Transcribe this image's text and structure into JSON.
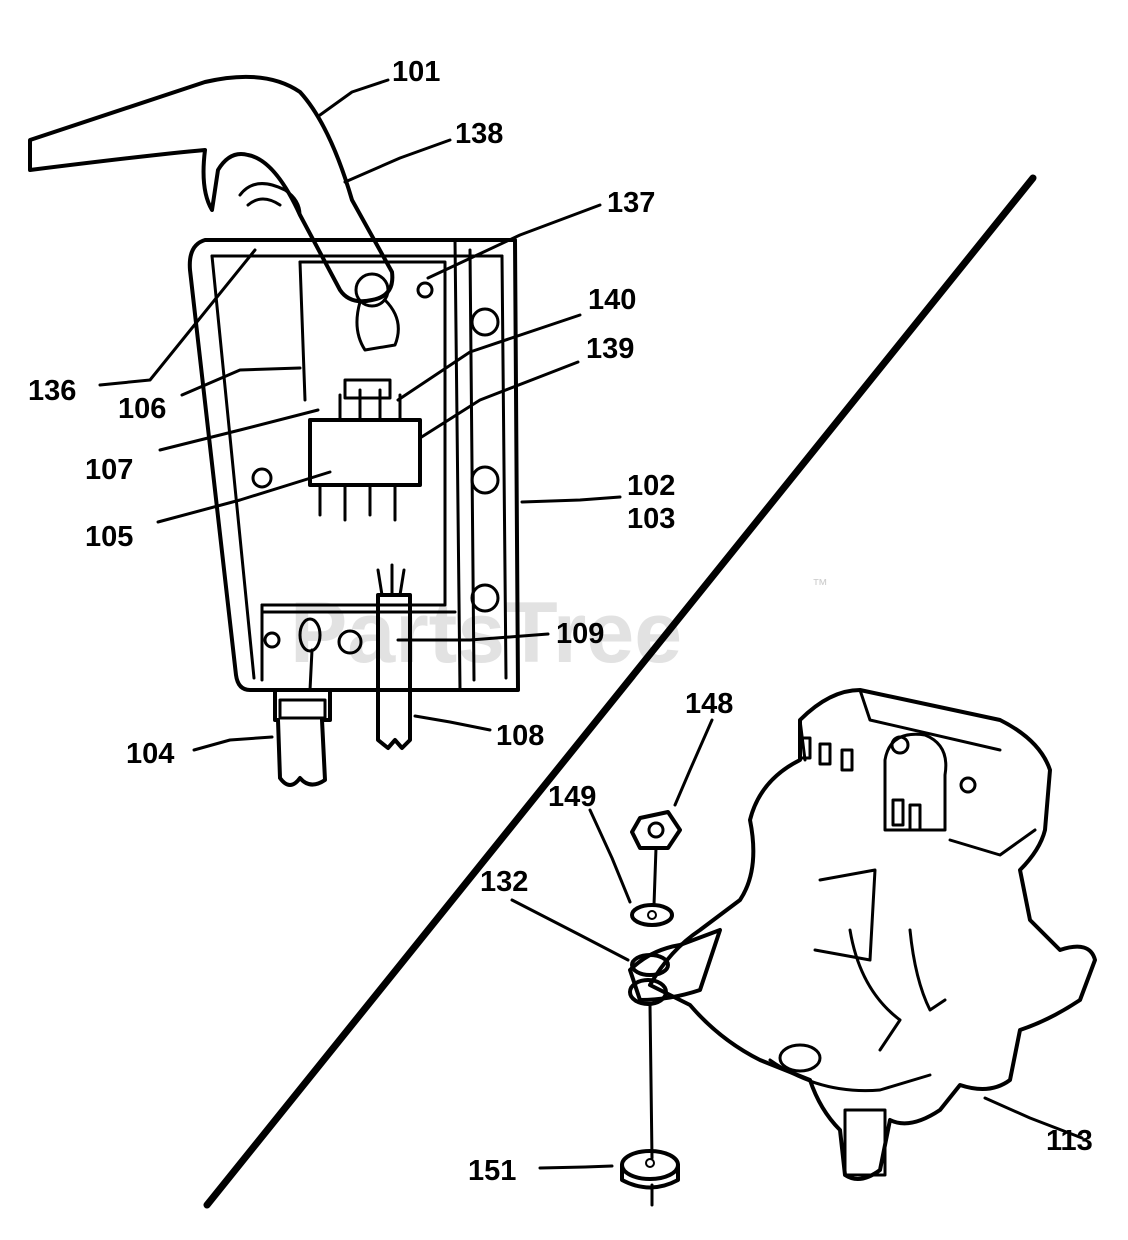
{
  "watermark": {
    "text": "PartsTree",
    "trademark": "™"
  },
  "callouts": [
    {
      "id": "101",
      "text": "101"
    },
    {
      "id": "138",
      "text": "138"
    },
    {
      "id": "137",
      "text": "137"
    },
    {
      "id": "140",
      "text": "140"
    },
    {
      "id": "139",
      "text": "139"
    },
    {
      "id": "136",
      "text": "136"
    },
    {
      "id": "106",
      "text": "106"
    },
    {
      "id": "107",
      "text": "107"
    },
    {
      "id": "105",
      "text": "105"
    },
    {
      "id": "102",
      "text": "102"
    },
    {
      "id": "103",
      "text": "103"
    },
    {
      "id": "109",
      "text": "109"
    },
    {
      "id": "104",
      "text": "104"
    },
    {
      "id": "108",
      "text": "108"
    },
    {
      "id": "148",
      "text": "148"
    },
    {
      "id": "149",
      "text": "149"
    },
    {
      "id": "132",
      "text": "132"
    },
    {
      "id": "113",
      "text": "113"
    },
    {
      "id": "151",
      "text": "151"
    }
  ]
}
